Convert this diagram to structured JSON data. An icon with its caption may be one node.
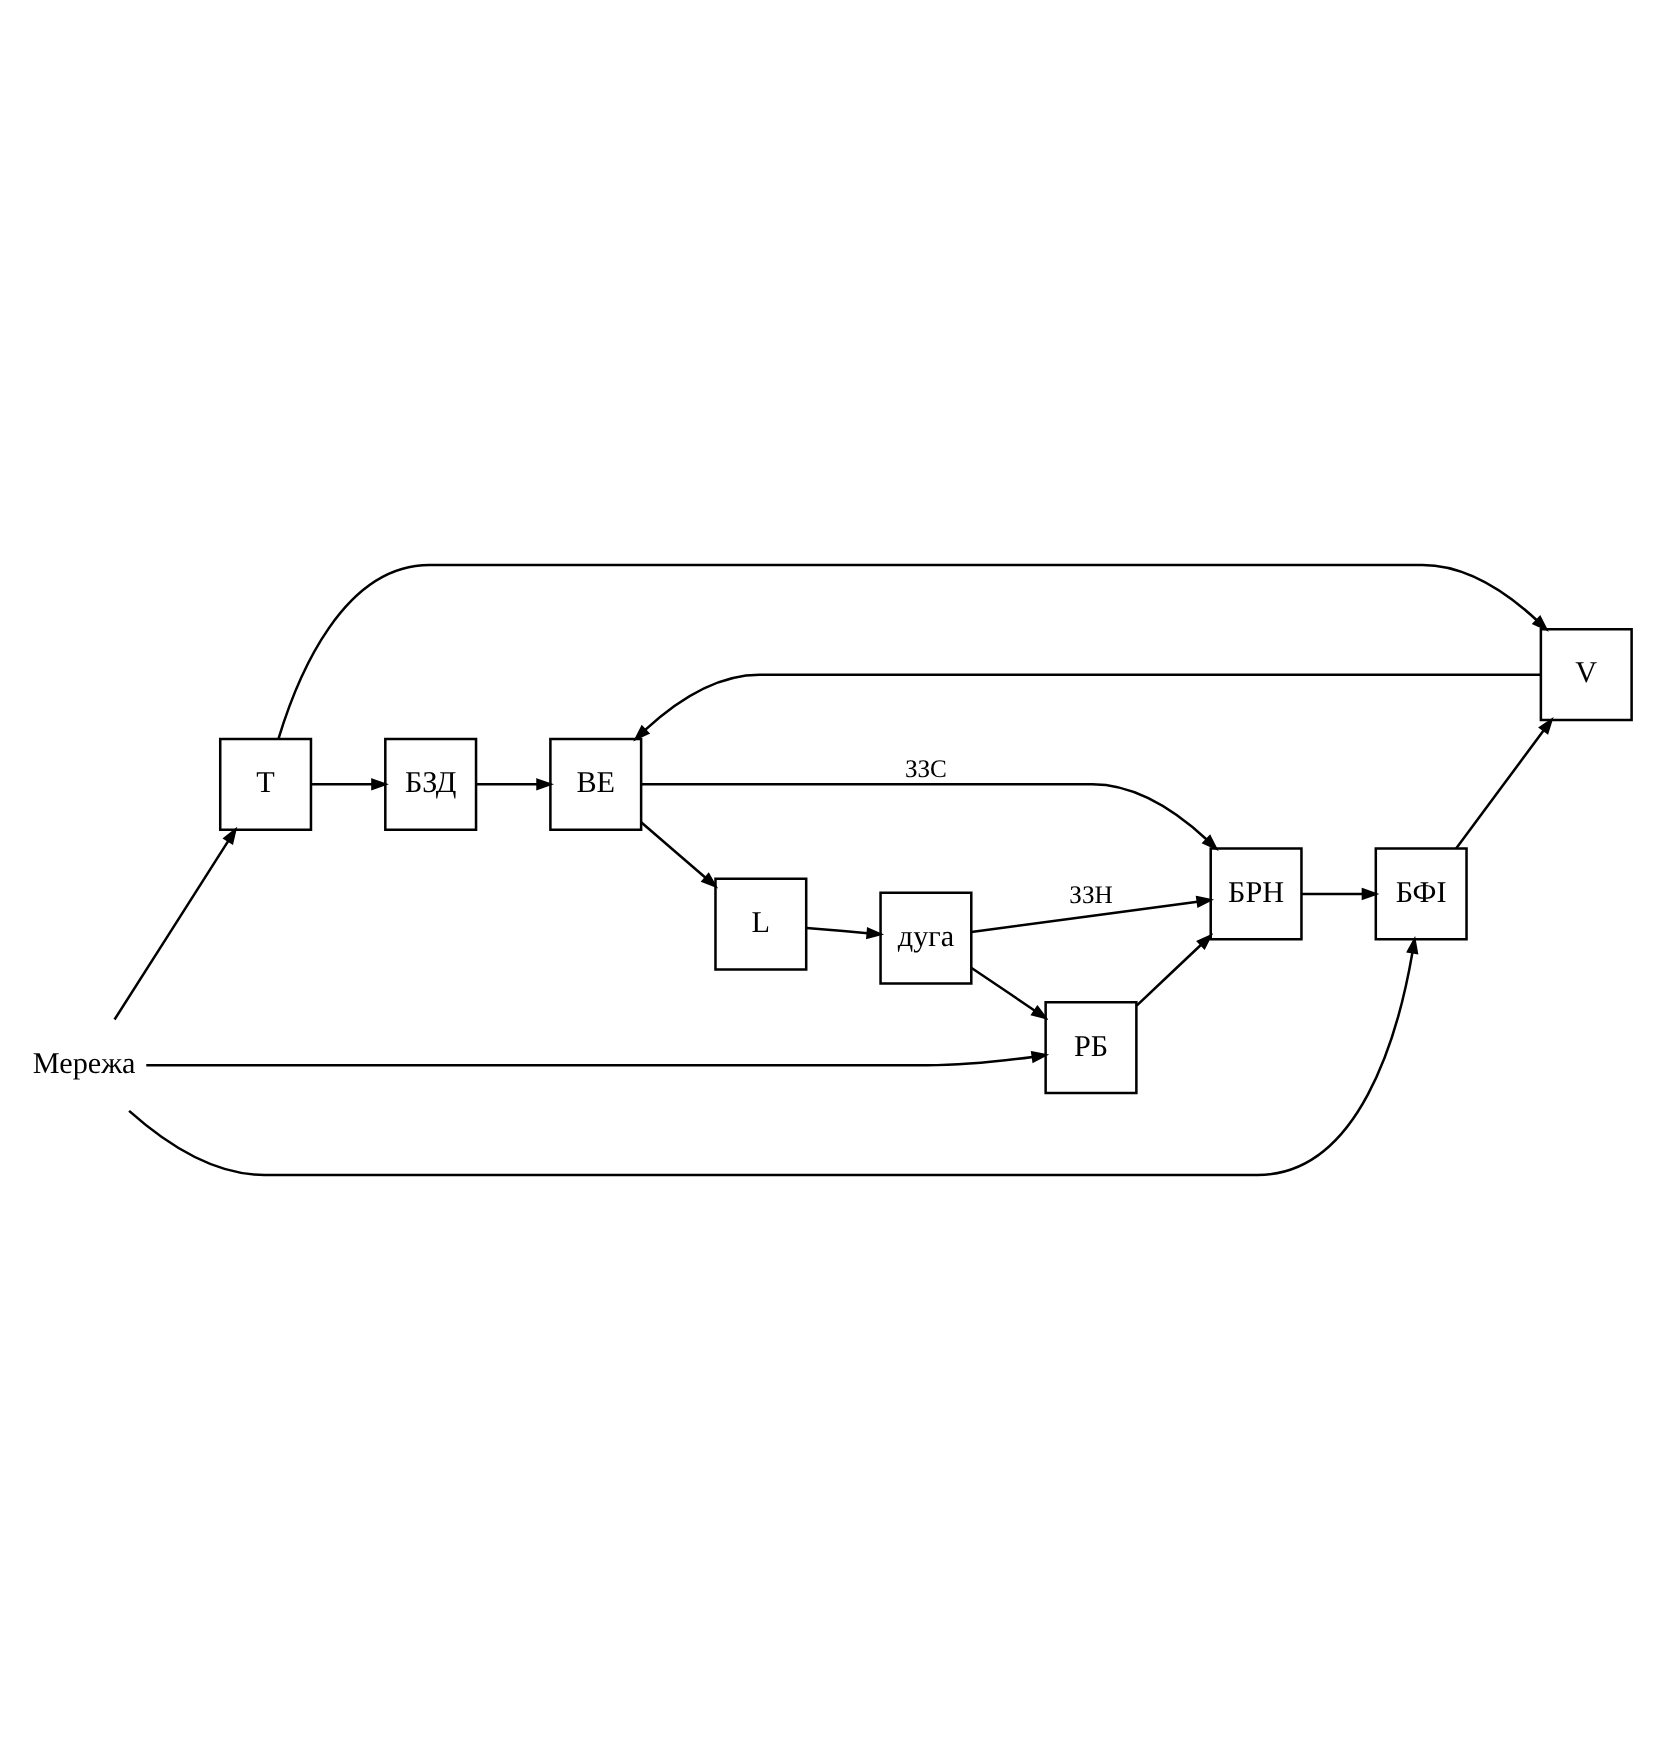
{
  "diagram": {
    "nodes": [
      {
        "text": [
          "БЗД"
        ]
      },
      {
        "text": [
          "Мережа"
        ]
      },
      {
        "text": [
          "Т"
        ]
      },
      {
        "text": [
          "V"
        ]
      },
      {
        "text": [
          "BE"
        ]
      },
      {
        "text": [
          "БФІ"
        ]
      },
      {
        "text": [
          "БРН"
        ]
      },
      {
        "text": [
          "L"
        ]
      },
      {
        "text": [
          "РБ"
        ]
      },
      {
        "text": [
          "дуга"
        ]
      }
    ],
    "edges": [
      {
        "from": 1,
        "to": 2,
        "arrow": "to"
      },
      {
        "from": 1,
        "to": 5,
        "arrow": "to"
      },
      {
        "from": 1,
        "to": 8,
        "arrow": "to"
      },
      {
        "from": 2,
        "to": 0,
        "arrow": "to"
      },
      {
        "from": 2,
        "to": 3,
        "arrow": "to"
      },
      {
        "from": 3,
        "to": 4,
        "arrow": "to"
      },
      {
        "from": 0,
        "to": 4,
        "arrow": "to"
      },
      {
        "from": 4,
        "to": 6,
        "arrow": "to",
        "label": "ЗЗС"
      },
      {
        "from": 4,
        "to": 7,
        "arrow": "to"
      },
      {
        "from": 5,
        "to": 3,
        "arrow": "to"
      },
      {
        "from": 6,
        "to": 5,
        "arrow": "to"
      },
      {
        "from": 7,
        "to": 9,
        "arrow": "to"
      },
      {
        "from": 9,
        "to": 6,
        "arrow": "to",
        "label": "ЗЗН"
      },
      {
        "from": 8,
        "to": 6,
        "arrow": "to"
      },
      {
        "from": 9,
        "to": 8,
        "arrow": "to"
      }
    ]
  }
}
